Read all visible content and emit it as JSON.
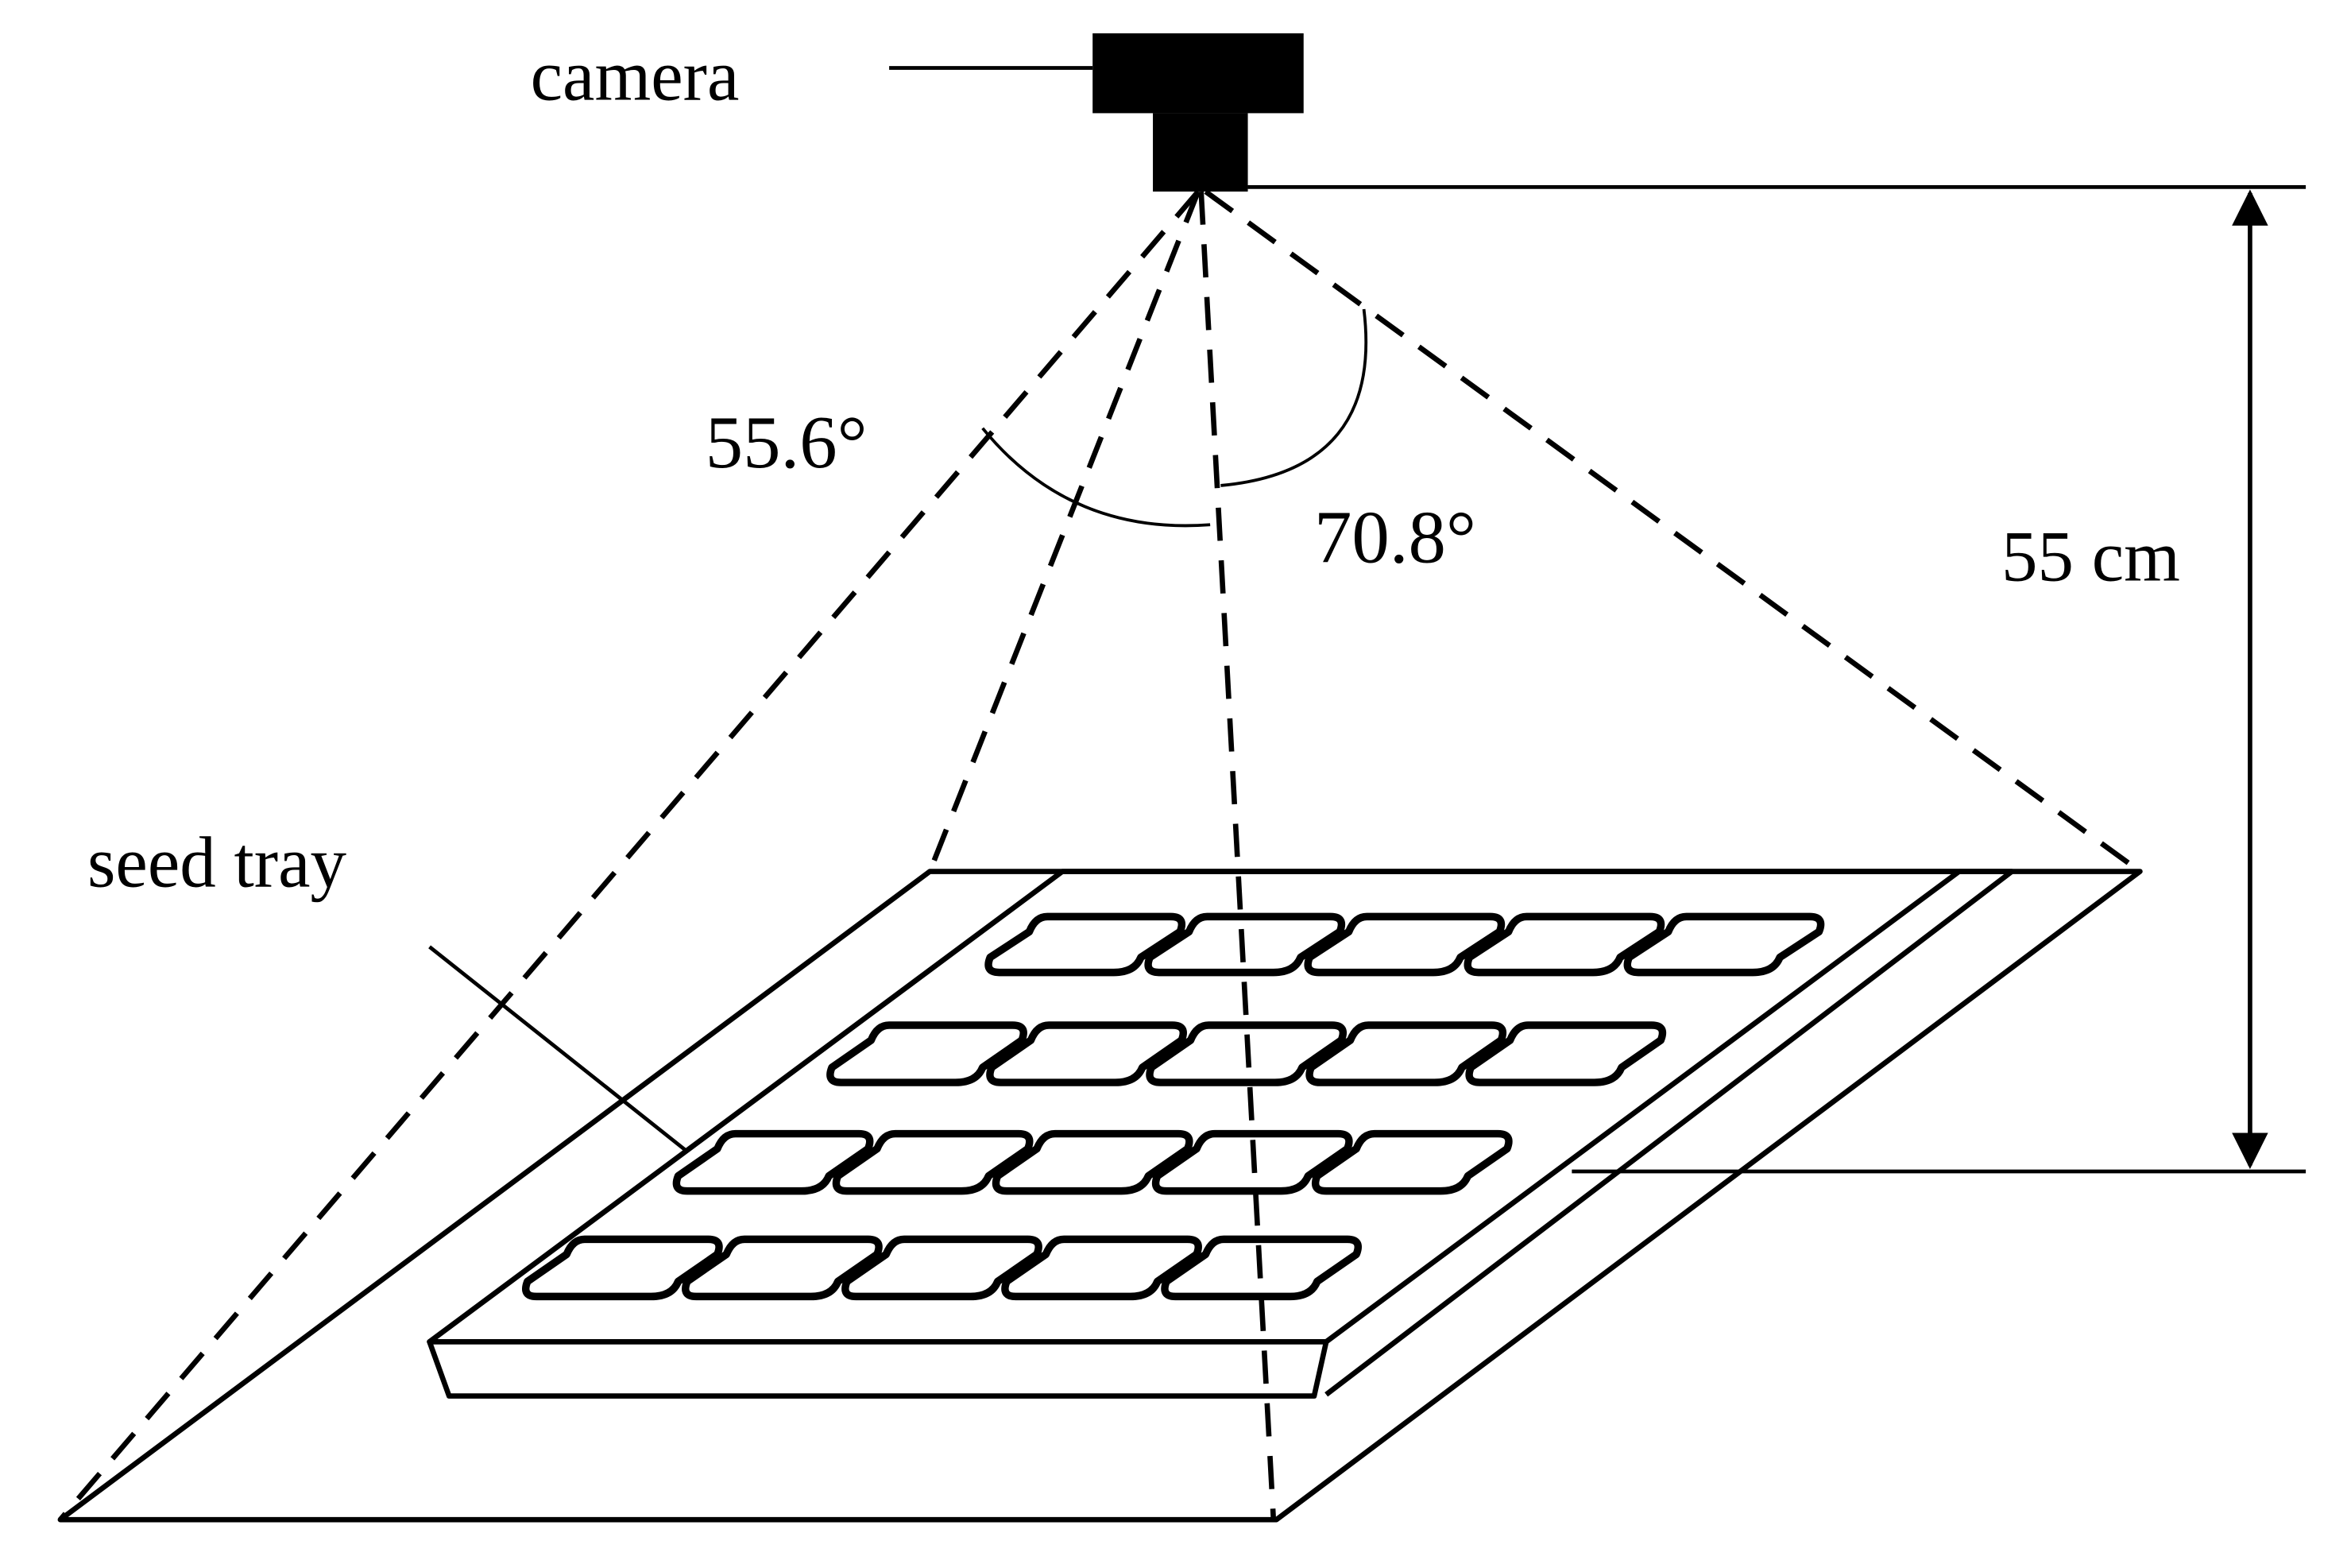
{
  "labels": {
    "camera": "camera",
    "seed_tray": "seed tray",
    "angle_a": "55.6°",
    "angle_b": "70.8°",
    "height": "55 cm"
  },
  "colors": {
    "ink": "#000000",
    "background": "#ffffff"
  },
  "tray": {
    "rows": 4,
    "columns": 5
  }
}
